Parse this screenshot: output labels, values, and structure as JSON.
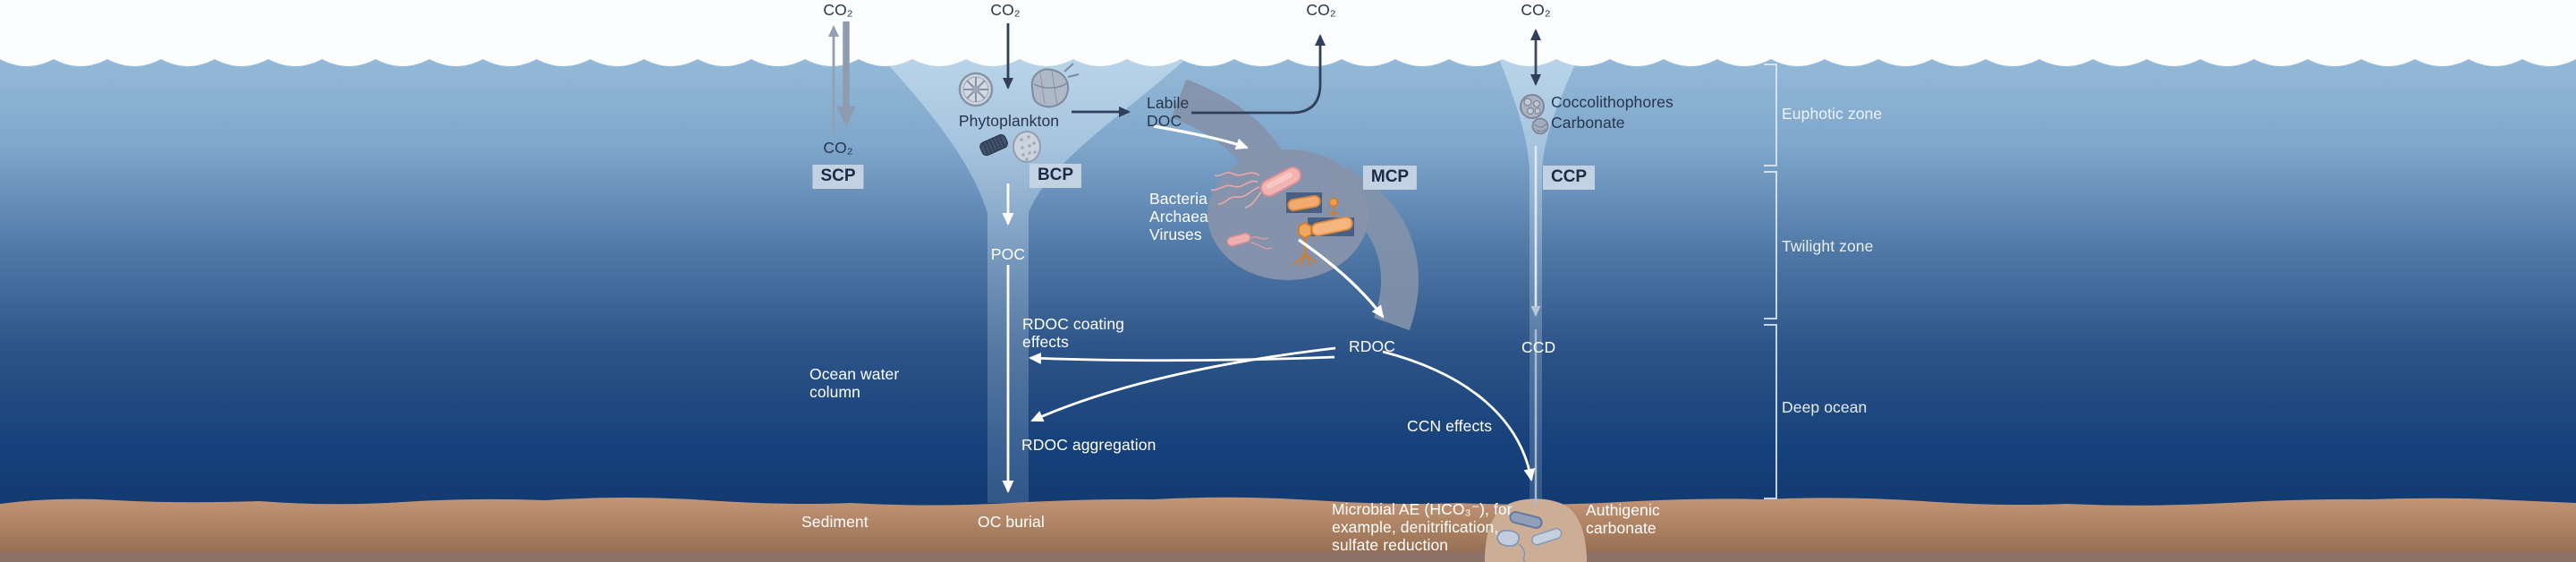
{
  "co2_labels": {
    "scp_atmosphere": "CO₂",
    "scp_dissolved": "CO₂",
    "bcp": "CO₂",
    "mcp": "CO₂",
    "ccp": "CO₂"
  },
  "pumps": {
    "scp": "SCP",
    "bcp": "BCP",
    "mcp": "MCP",
    "ccp": "CCP"
  },
  "zones": {
    "euphotic": "Euphotic zone",
    "twilight": "Twilight zone",
    "deep": "Deep ocean"
  },
  "labels": {
    "phytoplankton": "Phytoplankton",
    "labile_doc": "Labile\nDOC",
    "microbes": "Bacteria\nArchaea\nViruses",
    "coccolithophores": "Coccolithophores",
    "carbonate": "Carbonate",
    "poc": "POC",
    "rdoc": "RDOC",
    "ccd": "CCD",
    "rdoc_coating_effects": "RDOC coating\neffects",
    "ocean_water_column": "Ocean water\ncolumn",
    "rdoc_aggregation": "RDOC aggregation",
    "ccn_effects": "CCN effects",
    "sediment": "Sediment",
    "oc_burial": "OC burial",
    "microbial_ae": "Microbial AE (HCO₃⁻), for\nexample, denitrification,\nsulfate reduction",
    "authigenic_carbonate": "Authigenic\ncarbonate"
  },
  "icons": {
    "diatom-icon": "radial wheel phytoplankton cell",
    "dinoflagellate-icon": "armored cell with horns",
    "pennate-diatom-icon": "striped capsule cell",
    "picoplankton-icon": "speckled round cell",
    "coccolithophore-icon": "calcified sphere with plates",
    "carbonate-particle-icon": "small mineral sphere",
    "bacterium-icon": "pink rod with flagella",
    "archaeon-icon": "orange rod",
    "virus-icon": "orange phage",
    "sediment-bacteria-icon": "blue-grey rods in carbonate mound",
    "up-arrow-icon": "↑",
    "down-arrow-icon": "↓",
    "double-arrow-icon": "↕"
  },
  "colors": {
    "sky": "#fbfdfe",
    "water_surface": "#96bbd9",
    "water_deep": "#0d3568",
    "funnel": "#d8eaf6",
    "mcp_blob": "#8693ab",
    "sediment_top": "#c49678",
    "sediment_bottom": "#8c674e",
    "bottom_band": "#8c7166",
    "mound": "#ccae97",
    "navy_text": "#27354e",
    "white_text": "#ffffff",
    "pump_box_bg": "#c6d5e5",
    "arrow_navy": "#303f5b",
    "arrow_gray": "#8d9cae",
    "arrow_white": "#ffffff",
    "bacteria_pink": "#f2b3b1",
    "microbe_orange": "#f2aa70"
  }
}
